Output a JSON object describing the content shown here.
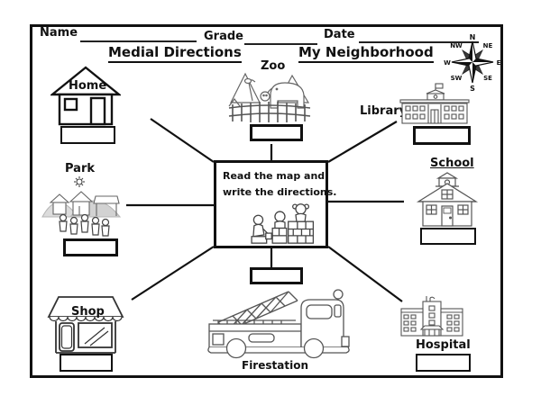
{
  "worksheet": {
    "name_label": "Name",
    "grade_label": "Grade",
    "date_label": "Date",
    "left_title": "Medial Directions",
    "right_title": "My Neighborhood",
    "center_instruction_line1": "Read the map and",
    "center_instruction_line2": "write the directions."
  },
  "compass": {
    "n": "N",
    "ne": "NE",
    "e": "E",
    "se": "SE",
    "s": "S",
    "sw": "SW",
    "w": "W",
    "nw": "NW"
  },
  "locations": {
    "home": {
      "label": "Home",
      "answer": ""
    },
    "park": {
      "label": "Park",
      "answer": ""
    },
    "shop": {
      "label": "Shop",
      "answer": ""
    },
    "zoo": {
      "label": "Zoo",
      "answer": ""
    },
    "library": {
      "label": "Library",
      "answer": ""
    },
    "school": {
      "label": "School",
      "answer": ""
    },
    "hospital": {
      "label": "Hospital",
      "answer": ""
    },
    "firestation": {
      "label": "Firestation",
      "answer": ""
    }
  },
  "colors": {
    "ink": "#111111",
    "paper": "#ffffff",
    "hill_gray": "#d9d9d9"
  }
}
